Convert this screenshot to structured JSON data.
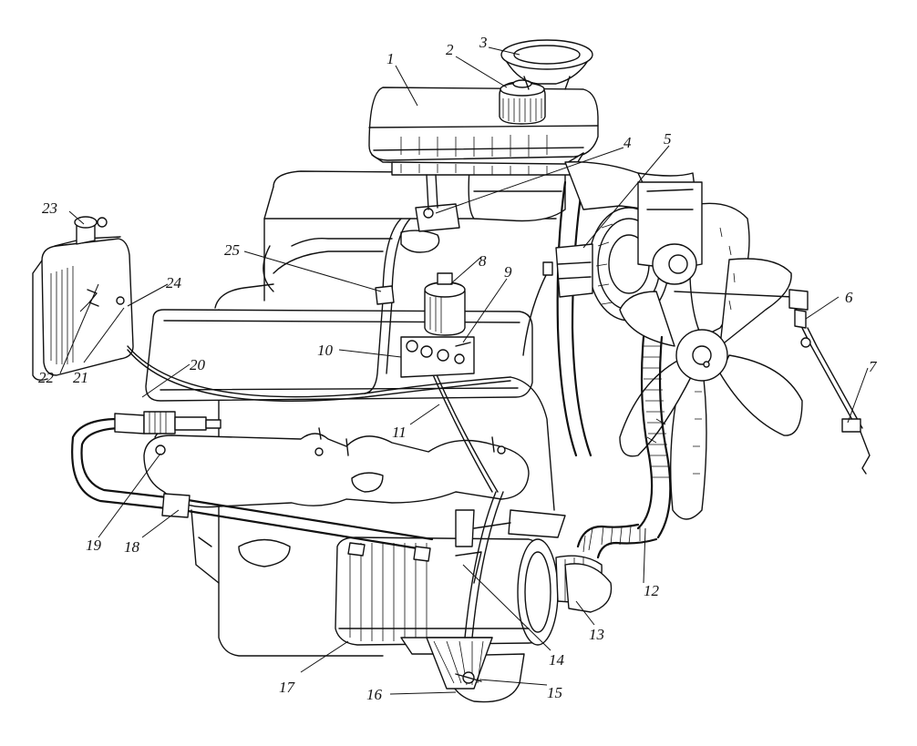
{
  "figure": {
    "callouts": [
      {
        "id": "1",
        "label": "1"
      },
      {
        "id": "2",
        "label": "2"
      },
      {
        "id": "3",
        "label": "3"
      },
      {
        "id": "4",
        "label": "4"
      },
      {
        "id": "5",
        "label": "5"
      },
      {
        "id": "6",
        "label": "6"
      },
      {
        "id": "7",
        "label": "7"
      },
      {
        "id": "8",
        "label": "8"
      },
      {
        "id": "9",
        "label": "9"
      },
      {
        "id": "10",
        "label": "10"
      },
      {
        "id": "11",
        "label": "11"
      },
      {
        "id": "12",
        "label": "12"
      },
      {
        "id": "13",
        "label": "13"
      },
      {
        "id": "14",
        "label": "14"
      },
      {
        "id": "15",
        "label": "15"
      },
      {
        "id": "16",
        "label": "16"
      },
      {
        "id": "17",
        "label": "17"
      },
      {
        "id": "18",
        "label": "18"
      },
      {
        "id": "19",
        "label": "19"
      },
      {
        "id": "20",
        "label": "20"
      },
      {
        "id": "21",
        "label": "21"
      },
      {
        "id": "22",
        "label": "22"
      },
      {
        "id": "23",
        "label": "23"
      },
      {
        "id": "24",
        "label": "24"
      },
      {
        "id": "25",
        "label": "25"
      }
    ]
  }
}
